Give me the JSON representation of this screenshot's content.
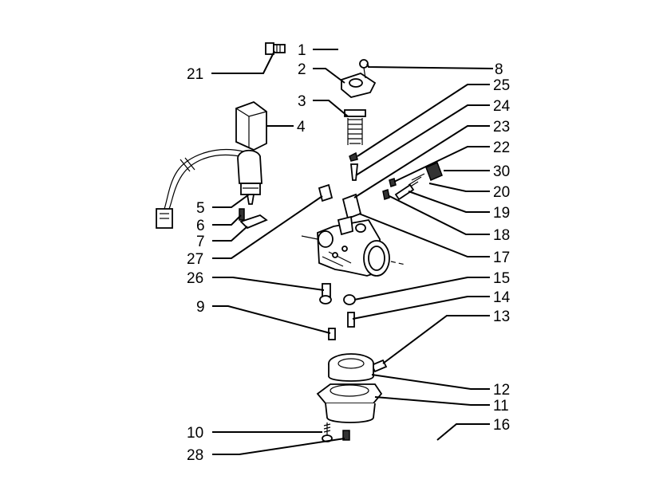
{
  "labels": {
    "l1": "1",
    "l2": "2",
    "l3": "3",
    "l4": "4",
    "l5": "5",
    "l6": "6",
    "l7": "7",
    "l8": "8",
    "l9": "9",
    "l10": "10",
    "l11": "11",
    "l12": "12",
    "l13": "13",
    "l14": "14",
    "l15": "15",
    "l16": "16",
    "l17": "17",
    "l18": "18",
    "l19": "19",
    "l20": "20",
    "l21": "21",
    "l22": "22",
    "l23": "23",
    "l24": "24",
    "l25": "25",
    "l26": "26",
    "l27": "27",
    "l28": "28",
    "l30": "30"
  }
}
